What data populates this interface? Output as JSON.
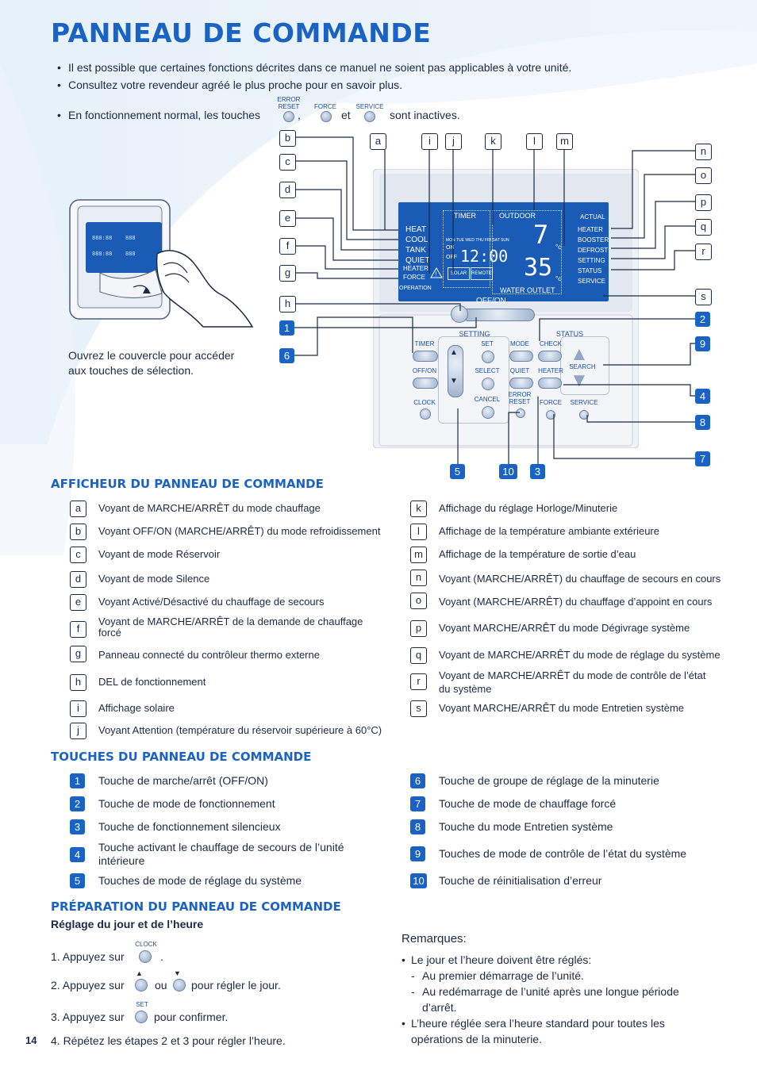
{
  "page": {
    "title": "PANNEAU DE COMMANDE",
    "page_number": "14",
    "bullets": [
      "Il est possible que certaines fonctions décrites dans ce manuel ne soient pas applicables à votre unité.",
      "Consultez votre revendeur agréé le plus proche pour en savoir plus."
    ],
    "inactive_keys": {
      "prefix": "En fonctionnement normal, les touches",
      "comma": ",",
      "and": "et",
      "suffix": "sont inactives.",
      "key1": "ERROR RESET",
      "key1_line1": "ERROR",
      "key1_line2": "RESET",
      "key2": "FORCE",
      "key3": "SERVICE"
    }
  },
  "illustration": {
    "caption_line1": "Ouvrez le couvercle pour accéder",
    "caption_line2": "aux touches de sélection."
  },
  "remote": {
    "lcd_left": [
      "HEAT",
      "COOL",
      "TANK",
      "QUIET",
      "HEATER",
      "FORCE"
    ],
    "operation": "OPERATION",
    "timer": "TIMER",
    "outdoor": "OUTDOOR",
    "actual": "ACTUAL",
    "timer_days": "MON TUE WED THU FRI SAT SUN",
    "timer_on": "ON",
    "timer_off": "OFF",
    "clock": "12:00",
    "outdoor_temp": "7",
    "water_temp": "35",
    "deg": "°c",
    "solar": "SOLAR",
    "remote_lbl": "REMOTE",
    "water_outlet": "WATER OUTLET",
    "lcd_right": [
      "HEATER",
      "BOOSTER",
      "DEFROST",
      "SETTING",
      "STATUS",
      "SERVICE"
    ],
    "offon": "OFF/ON",
    "setting": "SETTING",
    "status": "STATUS",
    "buttons": {
      "timer": "TIMER",
      "set": "SET",
      "mode": "MODE",
      "check": "CHECK",
      "offon": "OFF/ON",
      "select": "SELECT",
      "quiet": "QUIET",
      "heater": "HEATER",
      "search": "SEARCH",
      "clock": "CLOCK",
      "cancel": "CANCEL",
      "error_reset_1": "ERROR",
      "error_reset_2": "RESET",
      "force": "FORCE",
      "service": "SERVICE"
    },
    "callouts_letters": [
      "a",
      "b",
      "c",
      "d",
      "e",
      "f",
      "g",
      "h",
      "i",
      "j",
      "k",
      "l",
      "m",
      "n",
      "o",
      "p",
      "q",
      "r",
      "s"
    ],
    "callouts_numbers": [
      "1",
      "2",
      "3",
      "4",
      "5",
      "6",
      "7",
      "8",
      "9",
      "10"
    ]
  },
  "display_section": {
    "heading": "AFFICHEUR DU PANNEAU DE COMMANDE",
    "left": [
      {
        "key": "a",
        "text": "Voyant de MARCHE/ARRÊT du mode chauffage"
      },
      {
        "key": "b",
        "text": "Voyant OFF/ON (MARCHE/ARRÊT) du mode refroidissement"
      },
      {
        "key": "c",
        "text": "Voyant de mode Réservoir"
      },
      {
        "key": "d",
        "text": "Voyant de mode Silence"
      },
      {
        "key": "e",
        "text": "Voyant Activé/Désactivé du chauffage de secours"
      },
      {
        "key": "f",
        "text": "Voyant de MARCHE/ARRÊT de la demande de chauffage",
        "text2": "forcé"
      },
      {
        "key": "g",
        "text": "Panneau connecté du contrôleur thermo externe"
      },
      {
        "key": "h",
        "text": "DEL de fonctionnement"
      },
      {
        "key": "i",
        "text": "Affichage solaire"
      },
      {
        "key": "j",
        "text": "Voyant Attention (température du réservoir supérieure à 60°C)"
      }
    ],
    "right": [
      {
        "key": "k",
        "text": "Affichage du réglage Horloge/Minuterie"
      },
      {
        "key": "l",
        "text": "Affichage de la température ambiante extérieure"
      },
      {
        "key": "m",
        "text": "Affichage de la température de sortie d’eau"
      },
      {
        "key": "n",
        "text": "Voyant (MARCHE/ARRÊT) du chauffage de secours en cours"
      },
      {
        "key": "o",
        "text": "Voyant (MARCHE/ARRÊT) du chauffage d’appoint en cours"
      },
      {
        "key": "p",
        "text": "Voyant MARCHE/ARRÊT du mode Dégivrage système"
      },
      {
        "key": "q",
        "text": "Voyant de MARCHE/ARRÊT du mode de réglage du système"
      },
      {
        "key": "r",
        "text": "Voyant de MARCHE/ARRÊT du mode de contrôle de l’état",
        "text2": "du système"
      },
      {
        "key": "s",
        "text": "Voyant MARCHE/ARRÊT du mode Entretien système"
      }
    ]
  },
  "keys_section": {
    "heading": "TOUCHES DU PANNEAU DE COMMANDE",
    "left": [
      {
        "key": "1",
        "text": "Touche de marche/arrêt (OFF/ON)"
      },
      {
        "key": "2",
        "text": "Touche de mode de fonctionnement"
      },
      {
        "key": "3",
        "text": "Touche de fonctionnement silencieux"
      },
      {
        "key": "4",
        "text": "Touche activant le chauffage de secours de l’unité",
        "text2": "intérieure"
      },
      {
        "key": "5",
        "text": "Touches de mode de réglage du système"
      }
    ],
    "right": [
      {
        "key": "6",
        "text": "Touche de groupe de réglage de la minuterie"
      },
      {
        "key": "7",
        "text": "Touche de mode de chauffage forcé"
      },
      {
        "key": "8",
        "text": "Touche du mode Entretien système"
      },
      {
        "key": "9",
        "text": "Touches de mode de contrôle de l’état du système"
      },
      {
        "key": "10",
        "text": "Touche de réinitialisation d’erreur"
      }
    ]
  },
  "prep_section": {
    "heading": "PRÉPARATION DU PANNEAU DE COMMANDE",
    "subheading": "Réglage du jour et de l’heure",
    "step1": "1. Appuyez sur",
    "step1_key": "CLOCK",
    "step1_end": ".",
    "step2": "2. Appuyez sur",
    "step2_or": "ou",
    "step2_end": "pour régler le jour.",
    "step3": "3. Appuyez sur",
    "step3_key": "SET",
    "step3_end": "pour confirmer.",
    "step4": "4. Répétez les étapes 2 et 3 pour régler l’heure.",
    "remarks_title": "Remarques:",
    "remark1": "Le jour et l’heure doivent être réglés:",
    "remark1a": "Au premier démarrage de l’unité.",
    "remark1b_l1": "Au redémarrage de l’unité après une longue période",
    "remark1b_l2": "d’arrêt.",
    "remark2_l1": "L’heure réglée sera l’heure standard pour toutes les",
    "remark2_l2": "opérations de la minuterie."
  }
}
